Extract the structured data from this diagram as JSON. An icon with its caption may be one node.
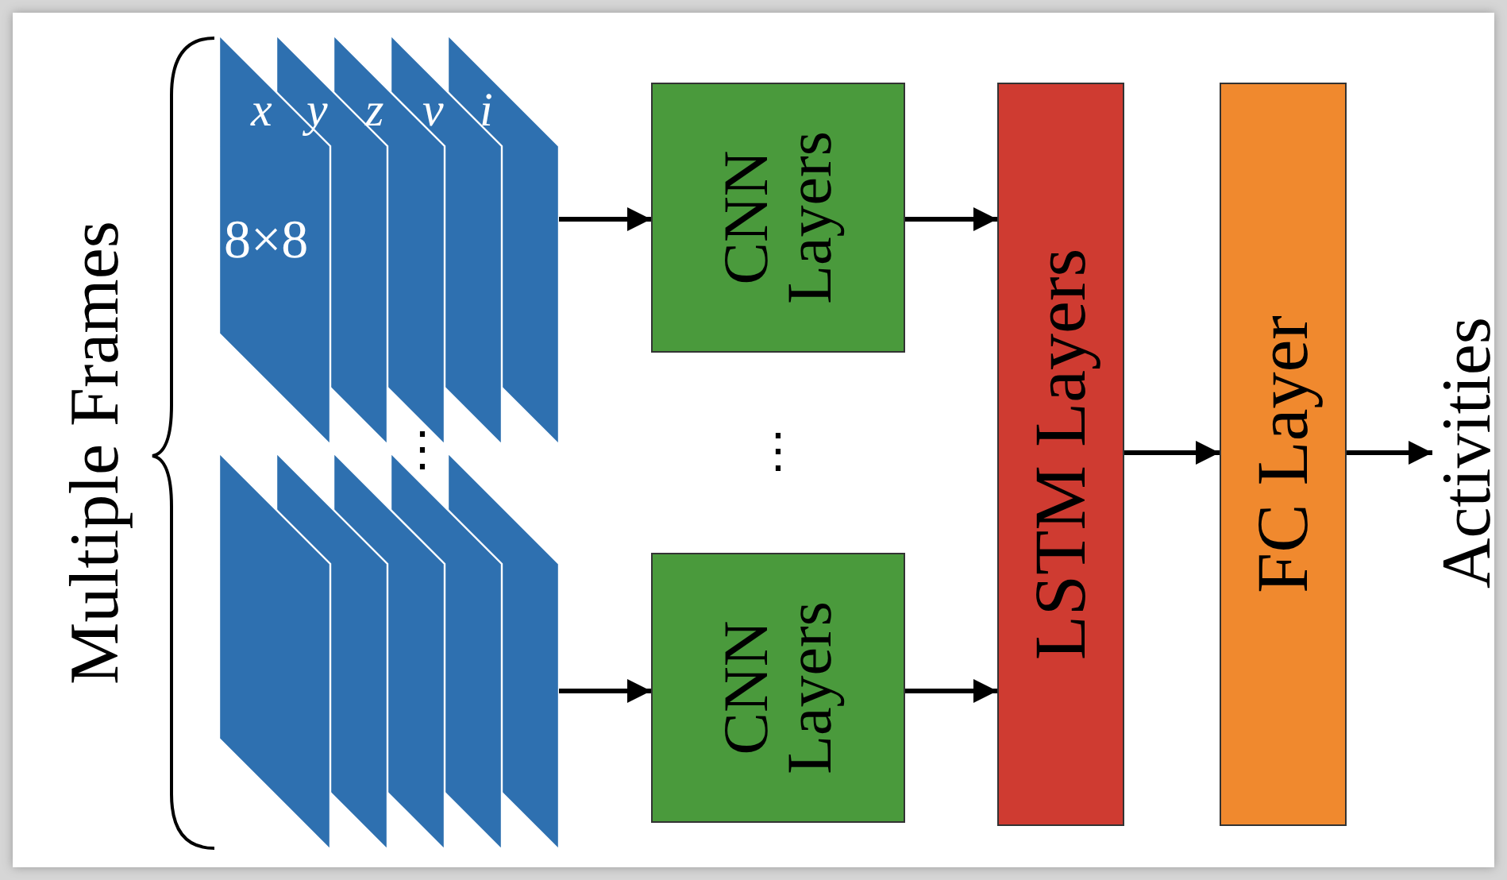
{
  "diagram": {
    "nodes": [
      {
        "text": [
          "x",
          "y",
          "z",
          "v",
          "i",
          "8×8"
        ]
      },
      {
        "text": [],
        "shape": "box"
      },
      {
        "text": [
          "CNN Layers"
        ]
      },
      {
        "text": [
          "CNN Layers"
        ]
      },
      {
        "text": [
          "LSTM Layers"
        ]
      },
      {
        "text": [
          "FC Layer"
        ]
      },
      {
        "text": [
          "Activities"
        ]
      }
    ],
    "edges": [
      {
        "from": 0,
        "to": 2,
        "arrow": "to"
      },
      {
        "from": 1,
        "to": 3,
        "arrow": "to"
      },
      {
        "from": 2,
        "to": 4,
        "arrow": "to"
      },
      {
        "from": 3,
        "to": 4,
        "arrow": "to"
      },
      {
        "from": 4,
        "to": 5,
        "arrow": "to"
      },
      {
        "from": 5,
        "to": 6,
        "arrow": "to"
      }
    ],
    "labels": [
      "Multiple Frames",
      "⋮",
      "⋮"
    ]
  }
}
